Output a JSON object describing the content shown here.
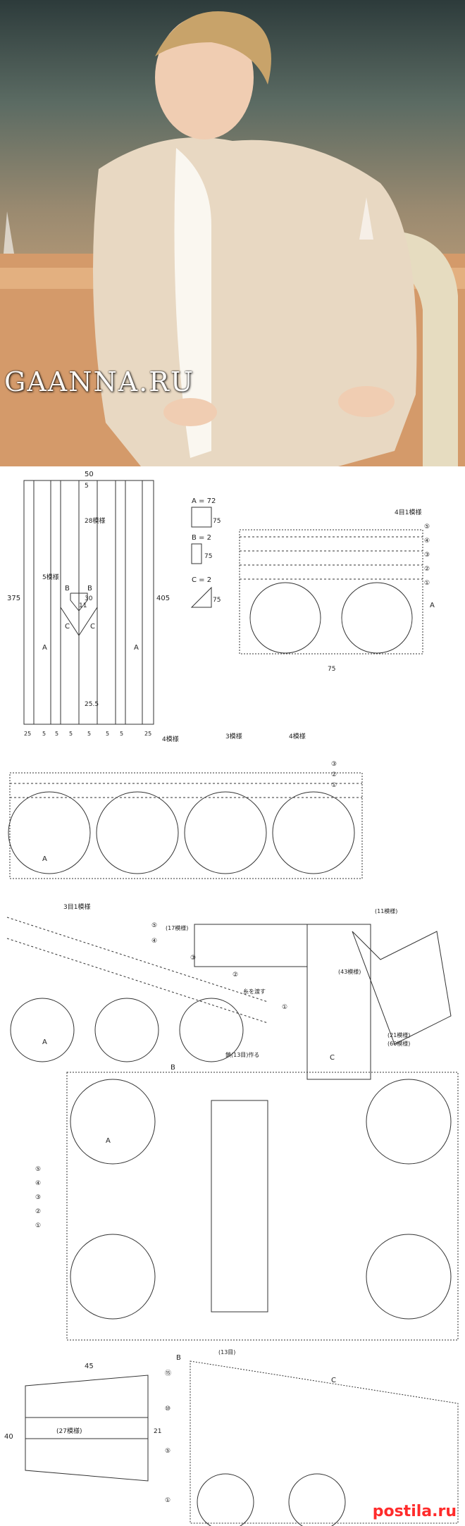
{
  "watermark": "GAANNA.RU",
  "footer_watermark": "postila.ru",
  "schema_main": {
    "width": "50",
    "height": "375",
    "inner_height": "405",
    "segments": [
      "28模様",
      "5",
      "5模様",
      "30",
      "11",
      "25.5"
    ],
    "bottom_labels": [
      "25",
      "5",
      "5",
      "5",
      "5",
      "5",
      "5",
      "25"
    ],
    "piece_labels": [
      "A",
      "A",
      "B",
      "B",
      "C",
      "C"
    ]
  },
  "motif_legend": {
    "a_label": "A = 72",
    "a_size": "75",
    "b_label": "B = 2",
    "b_size": "75",
    "c_label": "C = 2",
    "c_size": "75"
  },
  "panel1": {
    "title": "4目1模様",
    "a": "A",
    "dim": "75",
    "rows": [
      "⑤",
      "④",
      "③",
      "②",
      "①"
    ]
  },
  "panel2": {
    "labels_top": [
      "4模様",
      "3模様",
      "4模様"
    ],
    "a": "A",
    "rows": [
      "③",
      "②",
      "①"
    ]
  },
  "panel3": {
    "caption": "3目1模様",
    "rows": [
      "⑤",
      "④",
      "③",
      "②",
      "①"
    ],
    "note": "糸を渡す",
    "a": "A"
  },
  "jacket": {
    "labels": [
      "(17模様)",
      "(11模様)",
      "(43模様)",
      "(21模様)",
      "(60模様)"
    ],
    "c": "C"
  },
  "panel4": {
    "b": "B",
    "note": "鎖(13目)作る",
    "rows": [
      "⑤",
      "④",
      "③",
      "②",
      "①"
    ],
    "a": "A",
    "bottom_note": "(13目)"
  },
  "sleeve": {
    "width": "45",
    "height": "40",
    "side_dim": "21",
    "label": "(27模様)",
    "b": "B",
    "c": "C",
    "rows": [
      "⑮",
      "⑩",
      "⑤",
      "①"
    ]
  }
}
